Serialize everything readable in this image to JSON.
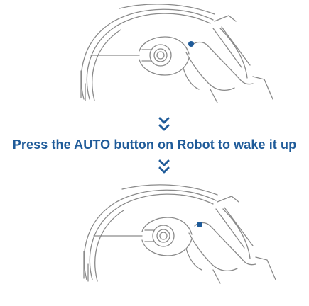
{
  "instruction": {
    "text": "Press the AUTO button on Robot to wake it up",
    "color": "#1f5b99"
  },
  "icons": {
    "step_arrow": "double-chevron-down-icon",
    "robot": "robot-vacuum-illustration",
    "hand": "finger-press-illustration"
  },
  "colors": {
    "line_art": "#777777",
    "button_dot": "#1f5b99"
  }
}
